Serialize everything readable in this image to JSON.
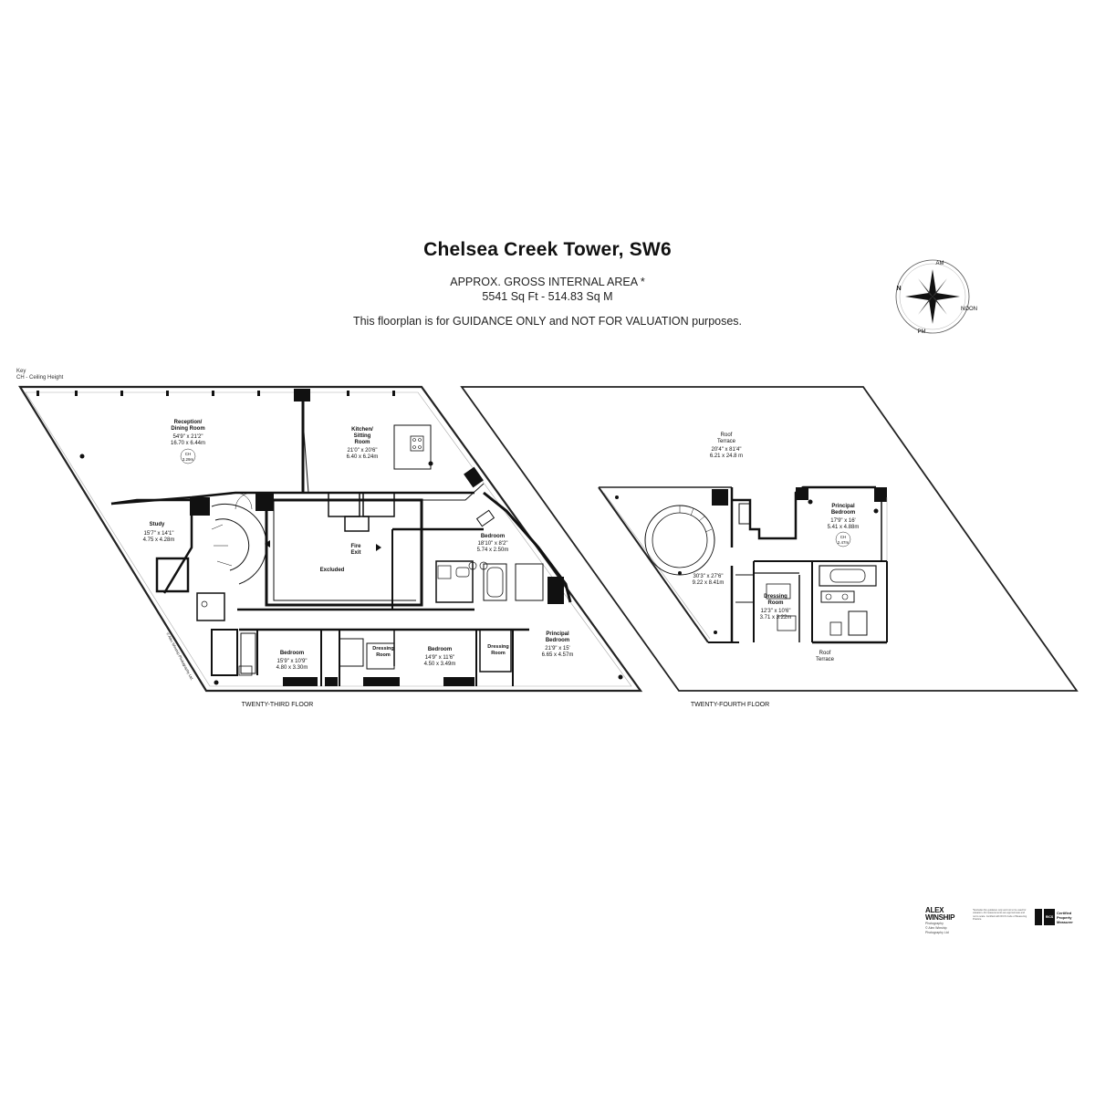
{
  "header": {
    "title": "Chelsea Creek Tower, SW6",
    "area_label": "APPROX. GROSS INTERNAL  AREA *",
    "area_values": "5541 Sq Ft  -  514.83 Sq M",
    "disclaimer": "This floorplan is for GUIDANCE ONLY and NOT FOR VALUATION purposes."
  },
  "key": {
    "title": "Key",
    "item": "CH - Ceiling Height"
  },
  "compass": {
    "north": "N",
    "labels": [
      "AM",
      "NOON",
      "PM"
    ]
  },
  "floors": [
    {
      "name": "TWENTY-THIRD FLOOR",
      "rooms": [
        {
          "name": "Reception/",
          "name2": "Dining Room",
          "imperial": "54'9\" x 21'2\"",
          "metric": "16.70 x 6.44m",
          "ch": "CH",
          "ch_value": "3.29m"
        },
        {
          "name": "Kitchen/",
          "name2": "Sitting",
          "name3": "Room",
          "imperial": "21'0\" x 20'6\"",
          "metric": "6.40 x 6.24m"
        },
        {
          "name": "Study",
          "imperial": "15'7\" x 14'1\"",
          "metric": "4.75 x 4.28m"
        },
        {
          "name": "Excluded"
        },
        {
          "name": "Fire",
          "name2": "Exit"
        },
        {
          "name": "Bedroom",
          "imperial": "18'10\" x 8'2\"",
          "metric": "5.74 x 2.50m"
        },
        {
          "name": "Bedroom",
          "imperial": "15'9\" x 10'9\"",
          "metric": "4.80 x 3.30m"
        },
        {
          "name": "Dressing",
          "name2": "Room"
        },
        {
          "name": "Bedroom",
          "imperial": "14'9\" x 11'6\"",
          "metric": "4.50 x 3.49m"
        },
        {
          "name": "Dressing",
          "name2": "Room"
        },
        {
          "name": "Principal",
          "name2": "Bedroom",
          "imperial": "21'9\" x 15'",
          "metric": "6.65 x 4.57m"
        }
      ]
    },
    {
      "name": "TWENTY-FOURTH FLOOR",
      "rooms": [
        {
          "name": "Roof",
          "name2": "Terrace",
          "imperial": "20'4\" x 81'4\"",
          "metric": "6.21 x 24.8 m"
        },
        {
          "name": "Principal",
          "name2": "Bedroom",
          "imperial": "17'9\" x 16'",
          "metric": "5.41 x 4.88m",
          "ch": "CH",
          "ch_value": "2.47m"
        },
        {
          "imperial": "30'3\" x 27'6\"",
          "metric": "9.22 x 8.41m"
        },
        {
          "name": "Dressing",
          "name2": "Room",
          "imperial": "12'3\" x 10'6\"",
          "metric": "3.71 x 3.22m"
        },
        {
          "name": "Roof",
          "name2": "Terrace"
        }
      ]
    }
  ],
  "copyright": "© Alex Winship Photography Ltd.",
  "footer": {
    "logo_line1": "ALEX",
    "logo_line2": "WINSHIP",
    "logo_line3": "Photography",
    "logo_line4": "© Alex Winship Photography Ltd",
    "legal": "*Excludes fire guidance only and not to be used for valuation. All measurements are approximate and not to scale. Certified with RICS Code of Measuring Practice.",
    "rics_box": "RICS",
    "rics_text1": "Certified",
    "rics_text2": "Property",
    "rics_text3": "Measurer"
  },
  "colors": {
    "wall": "#111111",
    "line": "#222222",
    "glazing": "#9a9a9a"
  }
}
